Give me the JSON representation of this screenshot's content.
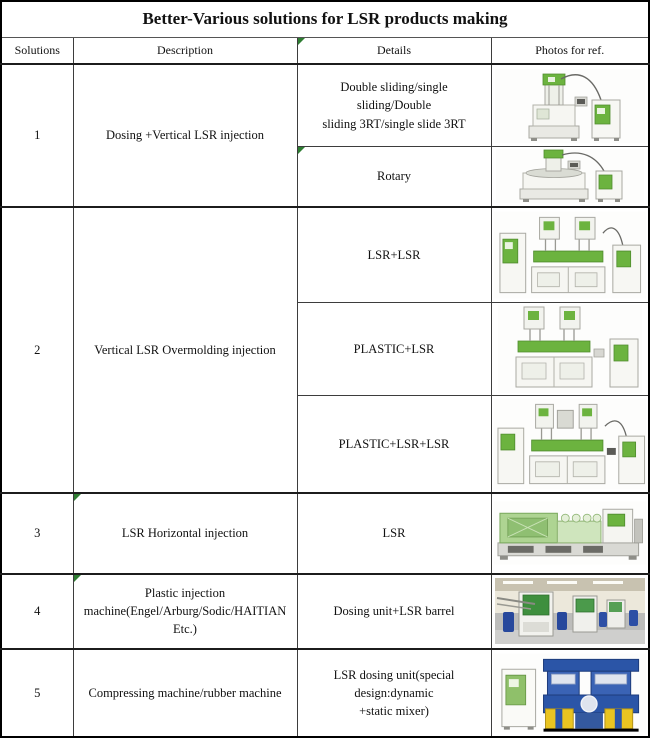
{
  "title": "Better-Various solutions for LSR products making",
  "columns": {
    "solutions": "Solutions",
    "description": "Description",
    "details": "Details",
    "photos": "Photos for ref."
  },
  "rows": [
    {
      "solution": "1",
      "description": "Dosing +Vertical LSR injection",
      "details": [
        {
          "label": "Double sliding/single sliding/Double\nsliding 3RT/single slide 3RT",
          "photo_alt": "vertical LSR injection machine with dosing unit, white and green"
        },
        {
          "label": "Rotary",
          "photo_alt": "rotary table vertical LSR injection machine with dosing unit"
        }
      ]
    },
    {
      "solution": "2",
      "description": "Vertical LSR Overmolding injection",
      "details": [
        {
          "label": "LSR+LSR",
          "photo_alt": "twin-tower vertical LSR overmolding machine with two dosing cabinets"
        },
        {
          "label": "PLASTIC+LSR",
          "photo_alt": "twin-tower vertical overmolding machine with dosing cabinet"
        },
        {
          "label": "PLASTIC+LSR+LSR",
          "photo_alt": "three-tower vertical overmolding machine with two dosing cabinets"
        }
      ]
    },
    {
      "solution": "3",
      "description": "LSR Horizontal injection",
      "details": [
        {
          "label": "LSR",
          "photo_alt": "horizontal LSR injection molding machine, green and white"
        }
      ]
    },
    {
      "solution": "4",
      "description": "Plastic injection\nmachine(Engel/Arburg/Sodic/HAITIAN Etc.)",
      "details": [
        {
          "label": "Dosing unit+LSR barrel",
          "photo_alt": "factory floor with dosing units and injection machines"
        }
      ]
    },
    {
      "solution": "5",
      "description": "Compressing machine/rubber machine",
      "details": [
        {
          "label": "LSR dosing unit(special design:dynamic\n+static mixer)",
          "photo_alt": "blue and yellow rubber compressing press with white LSR dosing cabinet"
        }
      ]
    }
  ],
  "colors": {
    "border": "#1c1c1c",
    "comment_marker_green": "#2e7d32",
    "machine_green": "#6cb33f",
    "machine_light_green": "#b7d9a0",
    "press_blue": "#2b55a7",
    "guard_yellow": "#e9c421"
  },
  "icons": {
    "comment_marker": "green-corner-triangle"
  }
}
